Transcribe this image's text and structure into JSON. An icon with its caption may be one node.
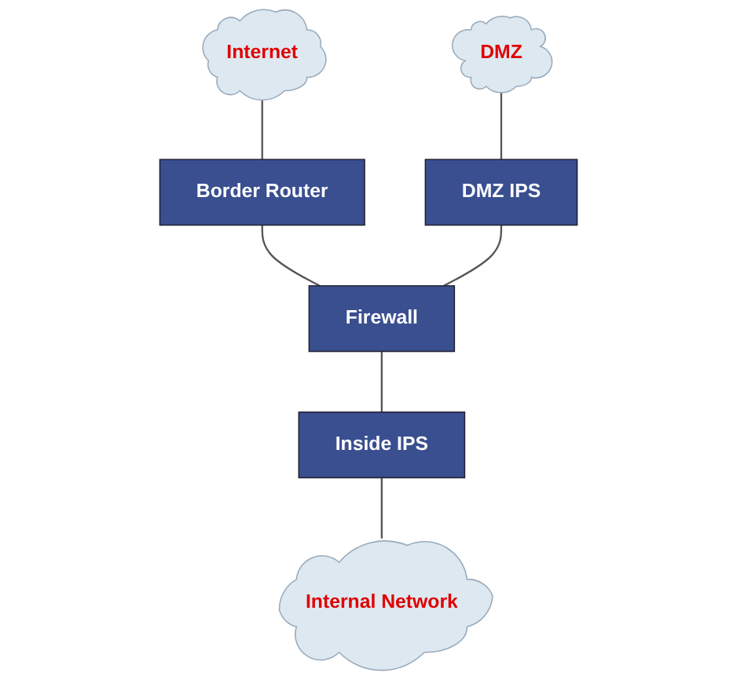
{
  "diagram": {
    "nodes": [
      {
        "text": [
          "Internet"
        ]
      },
      {
        "text": [
          "Border Router"
        ]
      },
      {
        "text": [
          "DMZ"
        ]
      },
      {
        "text": [
          "DMZ IPS"
        ]
      },
      {
        "text": [
          "Firewall"
        ]
      },
      {
        "text": [
          "Inside IPS"
        ]
      },
      {
        "text": [
          "Internal Network"
        ]
      }
    ],
    "edges": [
      {
        "from": 0,
        "to": 1,
        "arrow": "none"
      },
      {
        "from": 1,
        "to": 4,
        "arrow": "none"
      },
      {
        "from": 2,
        "to": 3,
        "arrow": "none"
      },
      {
        "from": 3,
        "to": 4,
        "arrow": "none"
      },
      {
        "from": 4,
        "to": 5,
        "arrow": "none"
      },
      {
        "from": 5,
        "to": 6,
        "arrow": "none"
      }
    ]
  }
}
